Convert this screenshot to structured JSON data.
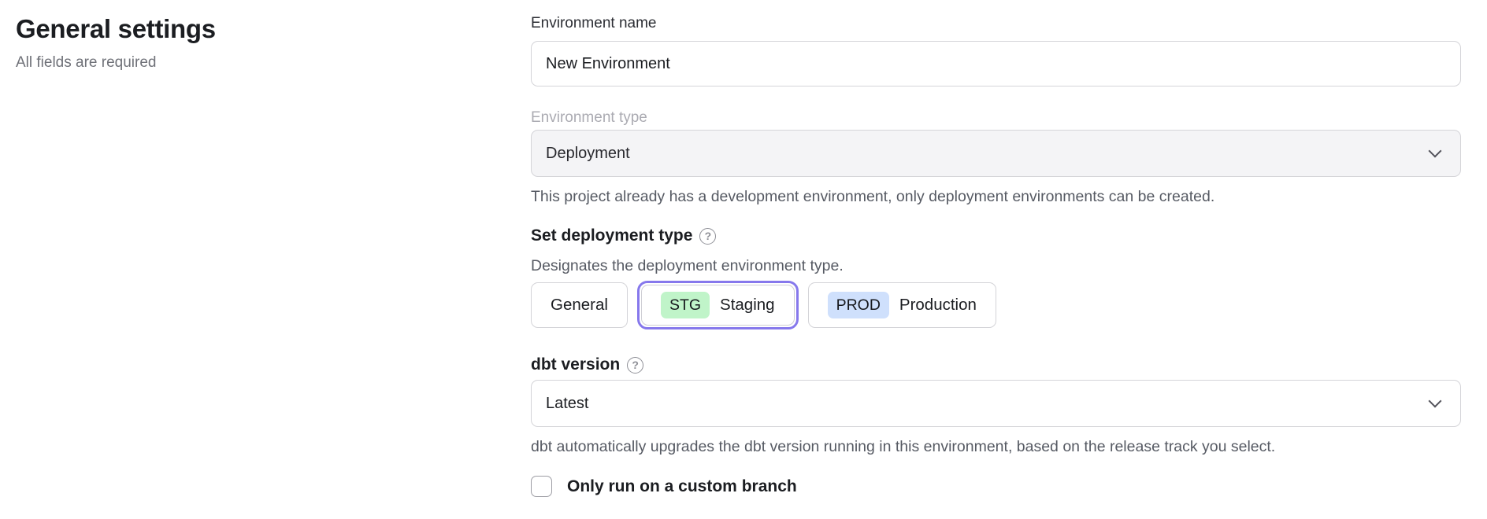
{
  "page": {
    "title": "General settings",
    "subtitle": "All fields are required"
  },
  "form": {
    "environment_name": {
      "label": "Environment name",
      "value": "New Environment"
    },
    "environment_type": {
      "label": "Environment type",
      "value": "Deployment",
      "disabled": true,
      "help_text": "This project already has a development environment, only deployment environments can be created."
    },
    "deployment_type": {
      "label": "Set deployment type",
      "description": "Designates the deployment environment type.",
      "options": [
        {
          "label": "General",
          "badge": "",
          "selected": false
        },
        {
          "label": "Staging",
          "badge": "STG",
          "selected": true
        },
        {
          "label": "Production",
          "badge": "PROD",
          "selected": false
        }
      ]
    },
    "dbt_version": {
      "label": "dbt version",
      "value": "Latest",
      "help_text": "dbt automatically upgrades the dbt version running in this environment, based on the release track you select."
    },
    "custom_branch": {
      "label": "Only run on a custom branch",
      "checked": false
    }
  },
  "icons": {
    "help": "?",
    "chevron_down": "chevron-down"
  },
  "colors": {
    "selected_ring": "#8678ec",
    "staging_badge_bg": "#c0f4c9",
    "production_badge_bg": "#cfe0fc",
    "disabled_field_bg": "#f4f4f6",
    "field_border": "#d4d4d8",
    "helper_text": "#565a63"
  }
}
